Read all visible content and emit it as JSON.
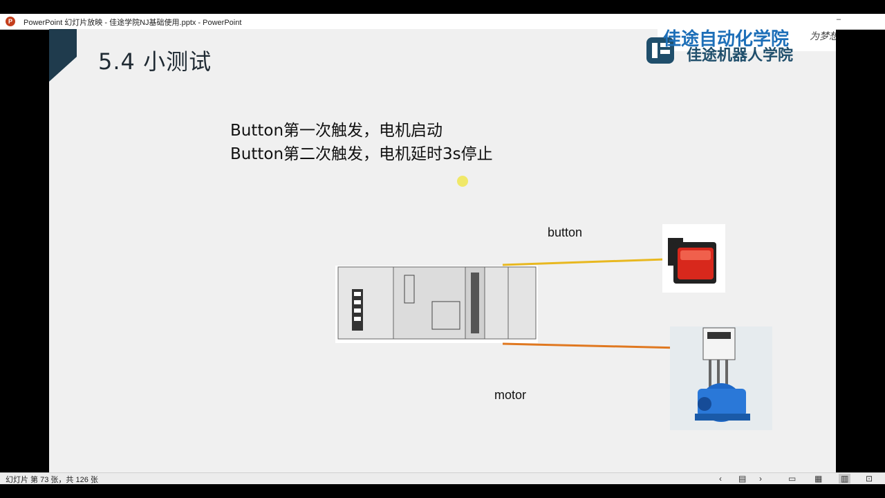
{
  "window": {
    "title": "PowerPoint 幻灯片放映  -  佳途学院NJ基础使用.pptx - PowerPoint",
    "app_icon": "P",
    "minimize_glyph": "–"
  },
  "slide": {
    "title": "5.4 小测试",
    "logo": {
      "main": "佳途自动化学院",
      "slogan": "为梦想增值！",
      "sub": "佳途机器人学院"
    },
    "description": [
      "Button第一次触发，电机启动",
      "Button第二次触发，电机延时3s停止"
    ],
    "labels": {
      "button": "button",
      "motor": "motor"
    },
    "images": {
      "plc": "plc-controller-image",
      "button": "red-pushbutton-image",
      "motor": "motor-contactor-image"
    },
    "colors": {
      "button_wire": "#e8b820",
      "motor_wire": "#e07820",
      "title_color": "#1f2a33",
      "logo_blue": "#1d6fb8"
    }
  },
  "statusbar": {
    "slide_info": "幻灯片 第 73 张，共 126 张",
    "icons": [
      "prev-icon",
      "slide-menu-icon",
      "next-icon",
      "normal-view-icon",
      "sorter-view-icon",
      "reading-view-icon",
      "slideshow-icon"
    ]
  }
}
